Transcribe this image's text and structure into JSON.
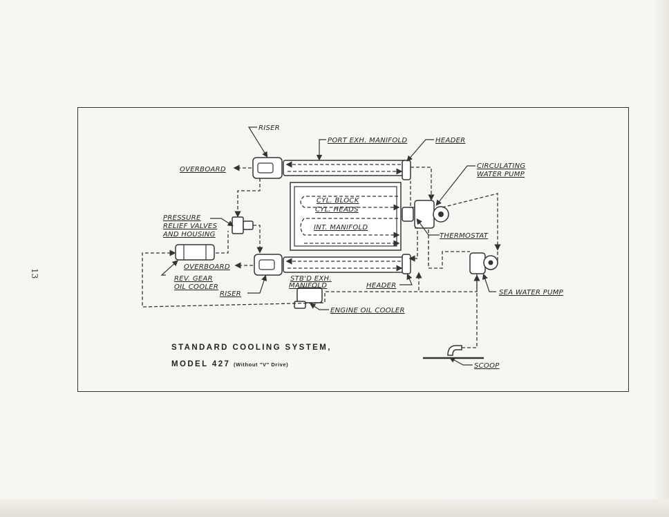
{
  "page_number": "13",
  "diagram": {
    "labels": {
      "riser_top": "RISER",
      "port_manifold": "PORT EXH. MANIFOLD",
      "header_top": "HEADER",
      "overboard_top": "OVERBOARD",
      "circulating_1": "CIRCULATING",
      "circulating_2": "WATER PUMP",
      "cyl_block": "CYL. BLOCK",
      "cyl_heads": "CYL. HEADS",
      "int_manifold": "INT. MANIFOLD",
      "pressure_1": "PRESSURE",
      "pressure_2": "RELIEF VALVES",
      "pressure_3": "AND HOUSING",
      "thermostat": "THERMOSTAT",
      "overboard_bottom": "OVERBOARD",
      "rev_gear_1": "REV. GEAR",
      "rev_gear_2": "OIL COOLER",
      "stbd_1": "STB'D EXH.",
      "stbd_2": "MANIFOLD",
      "riser_bottom": "RISER",
      "header_bottom": "HEADER",
      "sea_pump": "SEA WATER PUMP",
      "engine_oil": "ENGINE OIL COOLER",
      "scoop": "SCOOP"
    },
    "caption": {
      "line1": "STANDARD COOLING SYSTEM,",
      "line2": "MODEL 427",
      "line2_small": "(Without \"V\" Drive)"
    }
  }
}
